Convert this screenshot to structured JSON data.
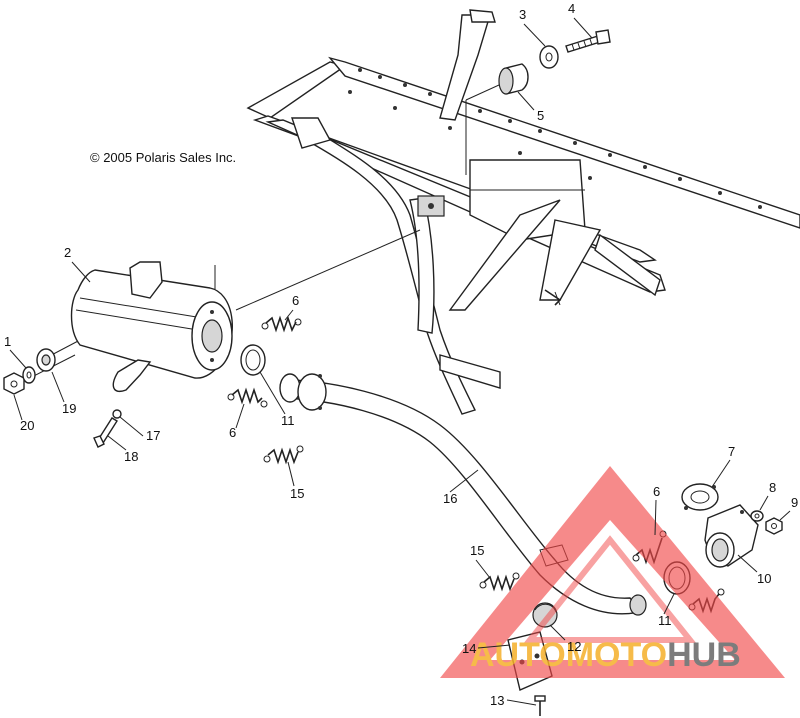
{
  "copyright": "© 2005 Polaris Sales Inc.",
  "watermark": {
    "parts": [
      "AUTO",
      "MOTO",
      "HUB"
    ],
    "colors": {
      "triangle": "#f24848",
      "auto": "#f5b02a",
      "moto": "#f5b02a",
      "hub": "#666666"
    }
  },
  "callouts": [
    {
      "id": "c1",
      "text": "1"
    },
    {
      "id": "c2",
      "text": "2"
    },
    {
      "id": "c3",
      "text": "3"
    },
    {
      "id": "c4",
      "text": "4"
    },
    {
      "id": "c5",
      "text": "5"
    },
    {
      "id": "c6a",
      "text": "6"
    },
    {
      "id": "c6b",
      "text": "6"
    },
    {
      "id": "c6c",
      "text": "6"
    },
    {
      "id": "c7",
      "text": "7"
    },
    {
      "id": "c8",
      "text": "8"
    },
    {
      "id": "c9",
      "text": "9"
    },
    {
      "id": "c10",
      "text": "10"
    },
    {
      "id": "c11a",
      "text": "11"
    },
    {
      "id": "c11b",
      "text": "11"
    },
    {
      "id": "c12",
      "text": "12"
    },
    {
      "id": "c13",
      "text": "13"
    },
    {
      "id": "c14",
      "text": "14"
    },
    {
      "id": "c15a",
      "text": "15"
    },
    {
      "id": "c15b",
      "text": "15"
    },
    {
      "id": "c16",
      "text": "16"
    },
    {
      "id": "c17",
      "text": "17"
    },
    {
      "id": "c18",
      "text": "18"
    },
    {
      "id": "c19",
      "text": "19"
    },
    {
      "id": "c20",
      "text": "20"
    }
  ]
}
